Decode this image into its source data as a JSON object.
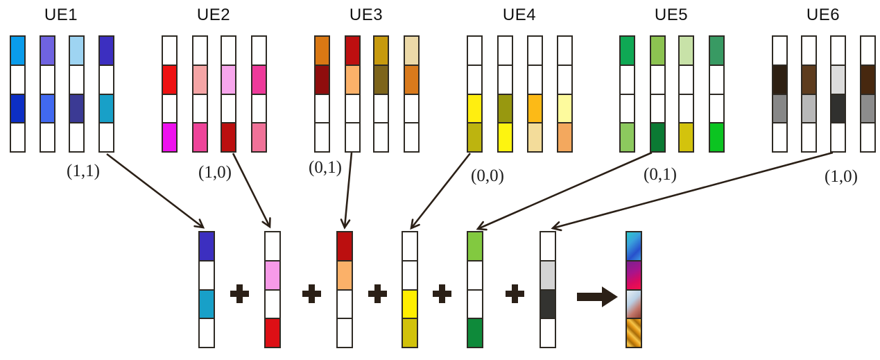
{
  "groups": [
    {
      "title": "UE1",
      "pair_label": "(1,1)",
      "selected_column": 4,
      "columns": [
        [
          "#0a9ceb",
          "",
          "#0d2fc4",
          ""
        ],
        [
          "#6f63e0",
          "",
          "#4169f0",
          ""
        ],
        [
          "#9ed4f2",
          "",
          "#3b3a94",
          ""
        ],
        [
          "#3c2fc0",
          "",
          "#18a0c8",
          ""
        ]
      ]
    },
    {
      "title": "UE2",
      "pair_label": "(1,0)",
      "selected_column": 3,
      "columns": [
        [
          "",
          "#ee1111",
          "",
          "#ee11ee"
        ],
        [
          "",
          "#f5a5a5",
          "",
          "#ee4499"
        ],
        [
          "",
          "#f7a6ec",
          "",
          "#bb0f0f"
        ],
        [
          "",
          "#ee3a9a",
          "",
          "#f07298"
        ]
      ]
    },
    {
      "title": "UE3",
      "pair_label": "(0,1)",
      "selected_column": 2,
      "columns": [
        [
          "#d97814",
          "#8f0d0d",
          "",
          ""
        ],
        [
          "#bd0f10",
          "#fbb169",
          "",
          ""
        ],
        [
          "#c79a0e",
          "#7d641b",
          "",
          ""
        ],
        [
          "#ecd9a8",
          "#d97a1c",
          "",
          ""
        ]
      ]
    },
    {
      "title": "UE4",
      "pair_label": "(0,0)",
      "selected_column": 1,
      "columns": [
        [
          "",
          "",
          "#ffee10",
          "#bdb40f"
        ],
        [
          "",
          "",
          "#98980f",
          "#fdf410"
        ],
        [
          "",
          "",
          "#fcba17",
          "#f3dc9a"
        ],
        [
          "",
          "",
          "#fdfa9d",
          "#f3a85e"
        ]
      ]
    },
    {
      "title": "UE5",
      "pair_label": "(0,1)",
      "selected_column": 2,
      "columns": [
        [
          "#0fa854",
          "",
          "",
          "#8cc95e"
        ],
        [
          "#8cc351",
          "",
          "",
          "#0b7a33"
        ],
        [
          "#c8e2a8",
          "",
          "",
          "#d3c30d"
        ],
        [
          "#389a63",
          "",
          "",
          "#0bc421"
        ]
      ]
    },
    {
      "title": "UE6",
      "pair_label": "(1,0)",
      "selected_column": 3,
      "columns": [
        [
          "",
          "#2e2013",
          "#878787",
          ""
        ],
        [
          "",
          "#5e3c1e",
          "#b8b8b8",
          ""
        ],
        [
          "",
          "#dcdcdc",
          "#30302e",
          ""
        ],
        [
          "",
          "#47280f",
          "#8c8c8c",
          ""
        ]
      ]
    }
  ],
  "superposition": {
    "operands": [
      [
        "#3c2fc0",
        "",
        "#18a0c8",
        ""
      ],
      [
        "",
        "#f79ae8",
        "",
        "#dd0f15"
      ],
      [
        "#bb0f0f",
        "#fbb169",
        "",
        ""
      ],
      [
        "",
        "",
        "#ffee00",
        "#d2c20a"
      ],
      [
        "#82c940",
        "",
        "",
        "#0e8a3a"
      ],
      [
        "",
        "#d4d4d4",
        "#333330",
        ""
      ]
    ],
    "result": [
      "linear-gradient(135deg,#2cc8cc 0%,#39a0dc 35%,#2750cc 70%,#3e98e0 100%)",
      "linear-gradient(155deg,#7b2090 0%,#a8148c 40%,#d80a60 70%,#f5104a 100%)",
      "linear-gradient(135deg,#e8f0f5 0%,#b9cfe4 40%,#c2766a 70%,#8f4034 100%)",
      "repeating-linear-gradient(45deg,#e09314 0px,#f7c54a 4px,#a86c08 9px,#e09314 13px)"
    ]
  },
  "icons": {
    "plus": "plus",
    "result_arrow": "arrow-right"
  },
  "palette": {
    "arrow": "#2b2017",
    "cell_border": "#2e2a24",
    "background": "#ffffff"
  }
}
